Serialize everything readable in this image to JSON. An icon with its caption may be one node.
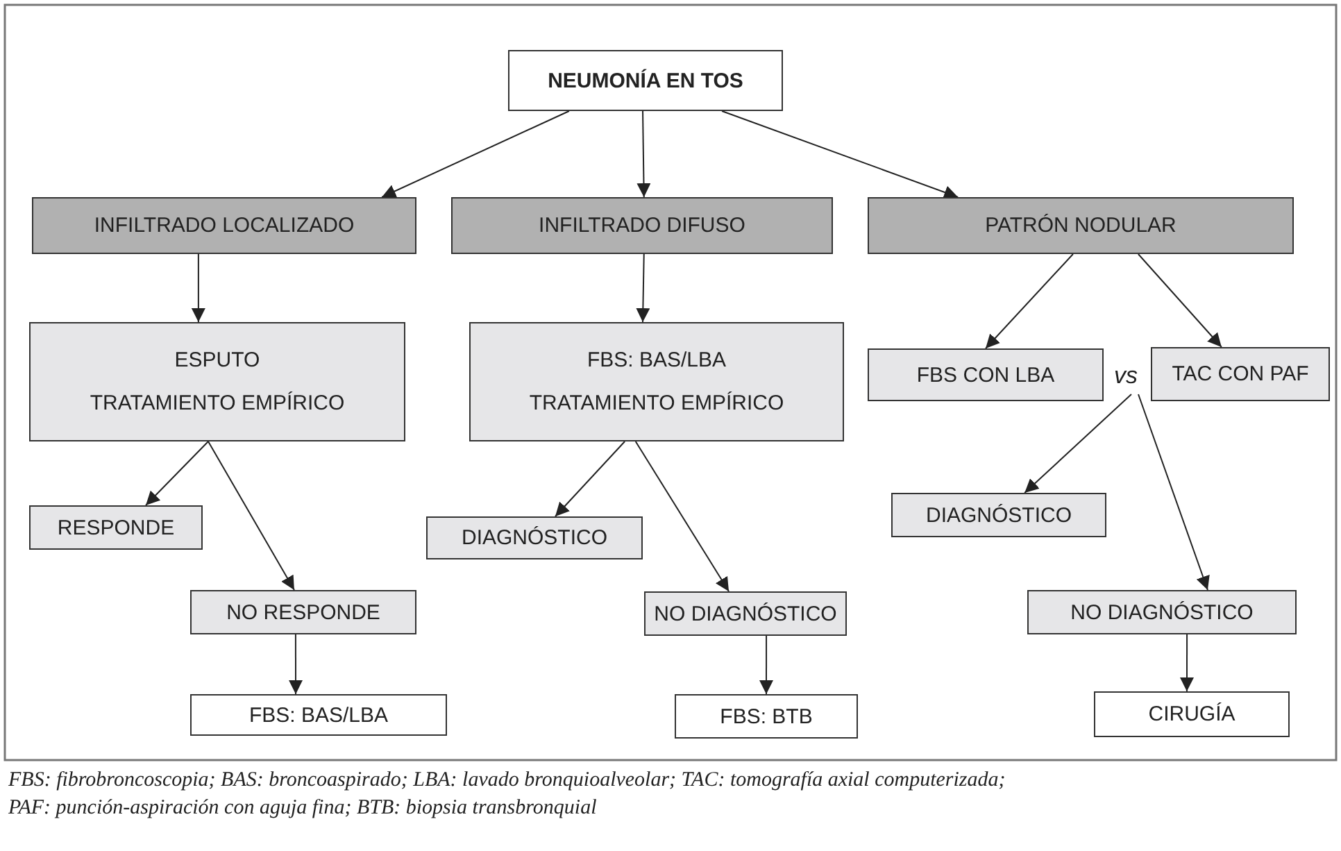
{
  "diagram": {
    "nodes": [
      {
        "text": [
          "NEUMONÍA EN TOS"
        ]
      },
      {
        "text": [
          "INFILTRADO LOCALIZADO"
        ]
      },
      {
        "text": [
          "INFILTRADO DIFUSO"
        ]
      },
      {
        "text": [
          "PATRÓN NODULAR"
        ]
      },
      {
        "text": [
          "ESPUTO",
          "TRATAMIENTO EMPÍRICO"
        ]
      },
      {
        "text": [
          "FBS: BAS/LBA",
          "TRATAMIENTO EMPÍRICO"
        ]
      },
      {
        "text": [
          "FBS CON LBA"
        ]
      },
      {
        "text": [
          "vs"
        ]
      },
      {
        "text": [
          "TAC CON PAF"
        ]
      },
      {
        "text": [
          "RESPONDE"
        ]
      },
      {
        "text": [
          "NO RESPONDE"
        ]
      },
      {
        "text": [
          "DIAGNÓSTICO"
        ]
      },
      {
        "text": [
          "NO DIAGNÓSTICO"
        ]
      },
      {
        "text": [
          "DIAGNÓSTICO"
        ]
      },
      {
        "text": [
          "NO DIAGNÓSTICO"
        ]
      },
      {
        "text": [
          "FBS: BAS/LBA"
        ]
      },
      {
        "text": [
          "FBS: BTB"
        ]
      },
      {
        "text": [
          "CIRUGÍA"
        ]
      }
    ],
    "edges": [
      {
        "from": 0,
        "to": 1,
        "arrow": "to"
      },
      {
        "from": 0,
        "to": 2,
        "arrow": "to"
      },
      {
        "from": 0,
        "to": 3,
        "arrow": "to"
      },
      {
        "from": 1,
        "to": 4,
        "arrow": "to"
      },
      {
        "from": 2,
        "to": 5,
        "arrow": "to"
      },
      {
        "from": 3,
        "to": 6,
        "arrow": "to"
      },
      {
        "from": 3,
        "to": 8,
        "arrow": "to"
      },
      {
        "from": 4,
        "to": 9,
        "arrow": "to"
      },
      {
        "from": 4,
        "to": 10,
        "arrow": "to"
      },
      {
        "from": 5,
        "to": 11,
        "arrow": "to"
      },
      {
        "from": 5,
        "to": 12,
        "arrow": "to"
      },
      {
        "from": 7,
        "to": 13,
        "arrow": "to"
      },
      {
        "from": 7,
        "to": 14,
        "arrow": "to"
      },
      {
        "from": 10,
        "to": 15,
        "arrow": "to"
      },
      {
        "from": 12,
        "to": 16,
        "arrow": "to"
      },
      {
        "from": 14,
        "to": 17,
        "arrow": "to"
      }
    ],
    "caption": "FBS: fibrobroncoscopia; BAS: broncoaspirado; LBA: lavado bronquioalveolar; TAC: tomografía axial computerizada; PAF: punción-aspiración con aguja fina; BTB: biopsia transbronquial"
  }
}
